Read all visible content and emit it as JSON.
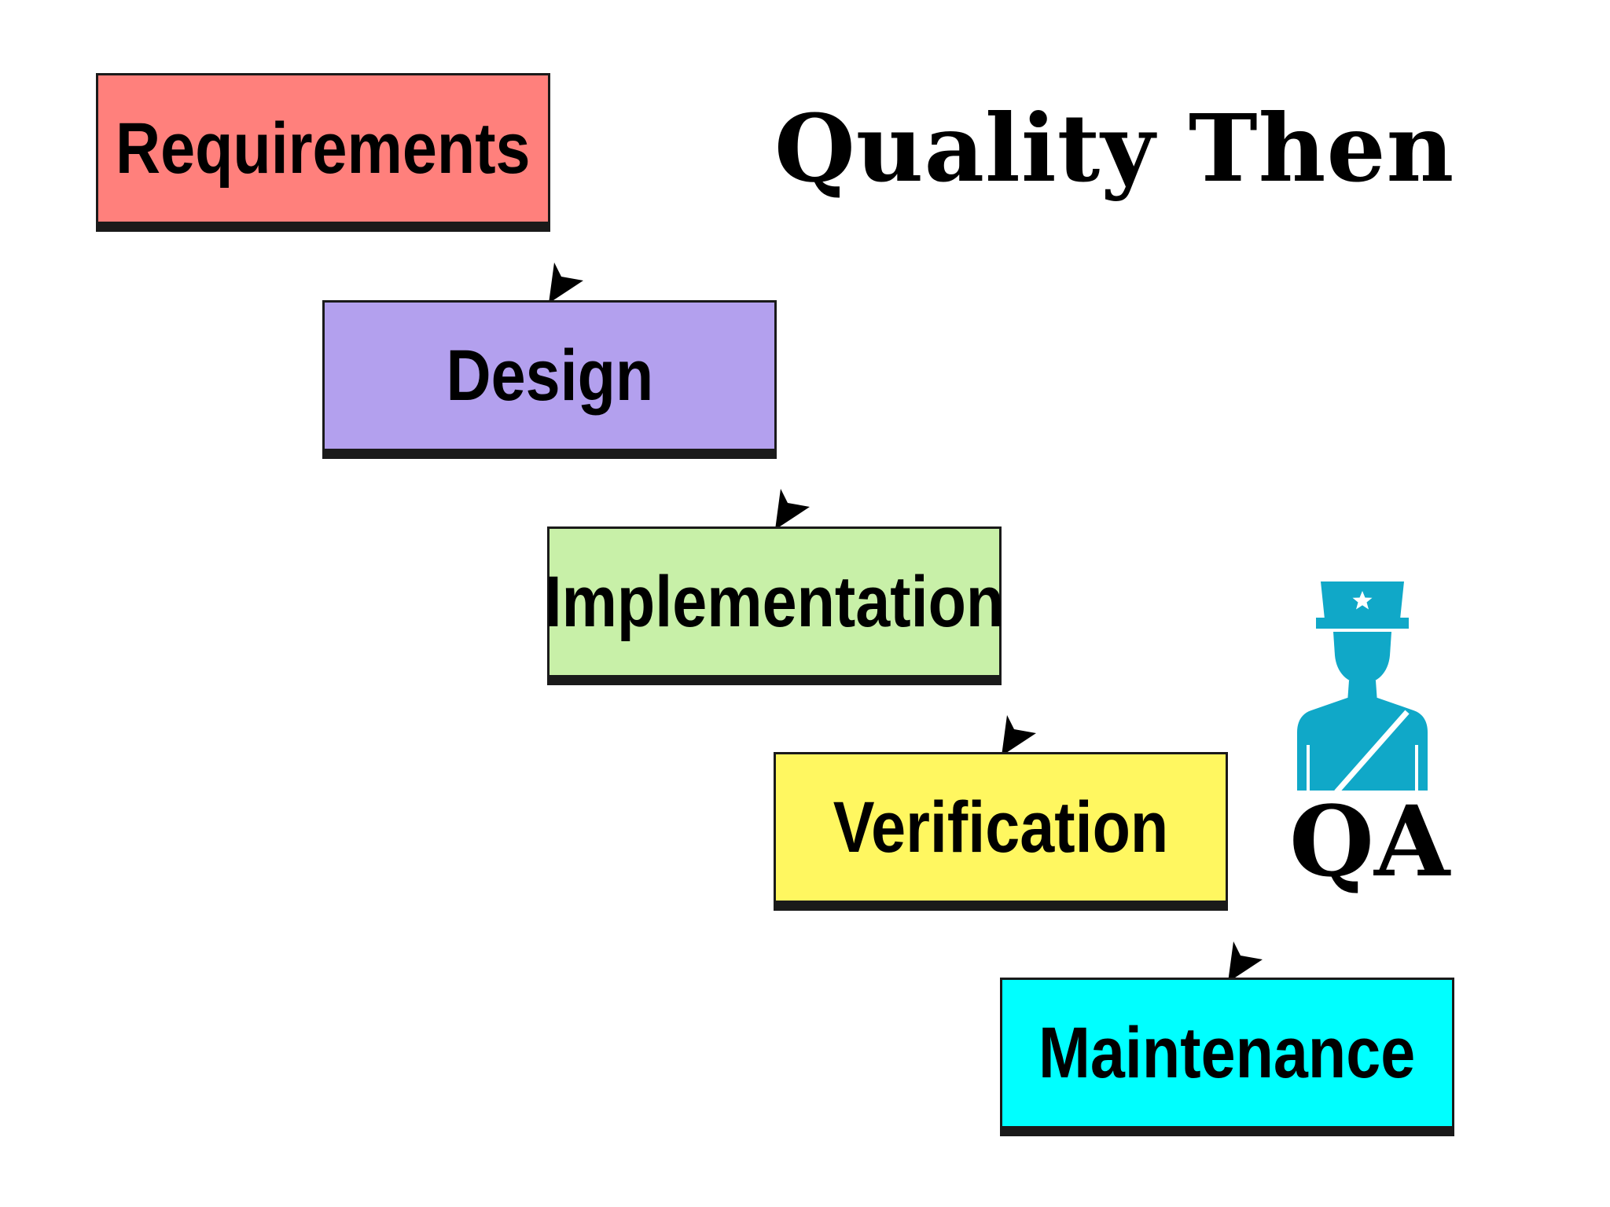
{
  "title": "Quality Then",
  "stages": [
    {
      "label": "Requirements",
      "color": "#ff807c"
    },
    {
      "label": "Design",
      "color": "#b3a0ee"
    },
    {
      "label": "Implementation",
      "color": "#c8f0a8"
    },
    {
      "label": "Verification",
      "color": "#fff760"
    },
    {
      "label": "Maintenance",
      "color": "#00ffff"
    }
  ],
  "qa": {
    "label": "QA",
    "icon": "security-officer-icon",
    "icon_color": "#10a8c8"
  },
  "colors": {
    "border": "#1a1a1a",
    "arrow": "#000000",
    "background": "#ffffff"
  }
}
